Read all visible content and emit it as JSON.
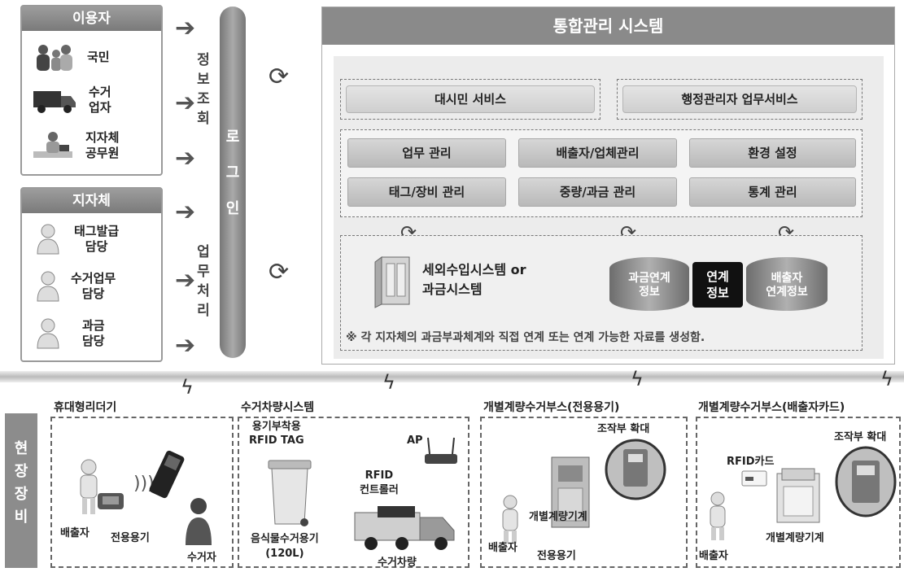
{
  "users_panel": {
    "title": "이용자",
    "items": [
      {
        "label": "국민",
        "icon": "citizens-icon"
      },
      {
        "label": "수거\n업자",
        "icon": "truck-icon"
      },
      {
        "label": "지자체\n공무원",
        "icon": "official-icon"
      }
    ]
  },
  "local_gov_panel": {
    "title": "지자체",
    "items": [
      {
        "label": "태그발급\n담당",
        "icon": "person-icon"
      },
      {
        "label": "수거업무\n담당",
        "icon": "person-icon"
      },
      {
        "label": "과금\n담당",
        "icon": "person-icon"
      }
    ]
  },
  "info_query_label": "정\n보\n조\n회",
  "work_process_label": "업\n무\n처\n리",
  "login_label": "로\n\n그\n\n인",
  "system": {
    "title": "통합관리 시스템",
    "services": [
      "대시민 서비스",
      "행정관리자 업무서비스"
    ],
    "management": [
      "업무 관리",
      "배출자/업체관리",
      "환경 설정",
      "태그/장비 관리",
      "중량/과금 관리",
      "통계 관리"
    ],
    "tax_system": "세외수입시스템 or\n과금시스템",
    "db_billing": "과금연계\n정보",
    "link_info": "연계\n정보",
    "db_emitter": "배출자\n연계정보",
    "note": "※ 각 지자체의 과금부과체계와 직접 연계 또는 연계 가능한 자료를 생성함."
  },
  "field_label": "현\n장\n장\n비",
  "field_sections": {
    "portable": {
      "title": "휴대형리더기",
      "emitter": "배출자",
      "container": "전용용기",
      "collector": "수거자"
    },
    "vehicle": {
      "title": "수거차량시스템",
      "rfid_tag": "용기부착용\nRFID TAG",
      "ap": "AP",
      "controller": "RFID\n컨트롤러",
      "bin": "음식물수거용기\n(120L)",
      "truck": "수거차량"
    },
    "booth_container": {
      "title": "개별계량수거부스(전용용기)",
      "zoom": "조작부 확대",
      "scale": "개별계량기계",
      "emitter": "배출자",
      "container": "전용용기"
    },
    "booth_card": {
      "title": "개별계량수거부스(배출자카드)",
      "zoom": "조작부 확대",
      "card": "RFID카드",
      "scale": "개별계량기계",
      "emitter": "배출자"
    }
  },
  "colors": {
    "header_gray": "#8a8a8a",
    "panel_border": "#9a9a9a",
    "dark_box": "#111111"
  }
}
